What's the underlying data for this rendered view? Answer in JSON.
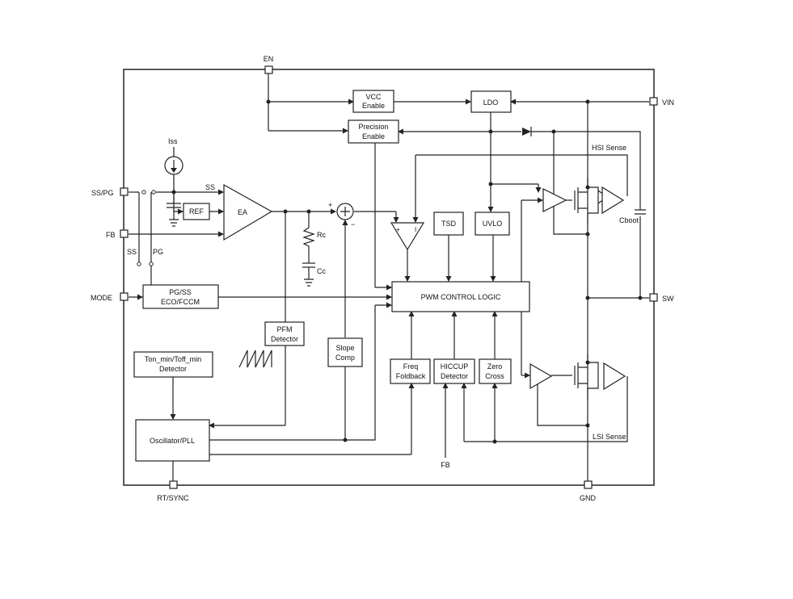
{
  "pins": {
    "en": "EN",
    "vin": "VIN",
    "ss_pg": "SS/PG",
    "fb": "FB",
    "mode": "MODE",
    "sw": "SW",
    "rt_sync": "RT/SYNC",
    "gnd": "GND",
    "fb_internal": "FB"
  },
  "blocks": {
    "vcc_enable": [
      "VCC",
      "Enable"
    ],
    "ldo": "LDO",
    "precision_enable": [
      "Precision",
      "Enable"
    ],
    "ref": "REF",
    "ea": "EA",
    "tsd": "TSD",
    "uvlo": "UVLO",
    "pg_ss": [
      "PG/SS",
      "ECO/FCCM"
    ],
    "pwm": "PWM CONTROL LOGIC",
    "pfm": [
      "PFM",
      "Detector"
    ],
    "slope": [
      "Slope",
      "Comp"
    ],
    "freq": [
      "Freq",
      "Foldback"
    ],
    "hiccup": [
      "HICCUP",
      "Detector"
    ],
    "zero": [
      "Zero",
      "Cross"
    ],
    "ton": [
      "Ton_min/Toff_min",
      "Detector"
    ],
    "osc": "Oscillator/PLL"
  },
  "labels": {
    "iss": "Iss",
    "ss_wire": "SS",
    "ss_switch": "SS",
    "pg_switch": "PG",
    "rc": "Rc",
    "cc": "Cc",
    "hsi": "HSI Sense",
    "lsi": "LSI Sense",
    "cboot": "Cboot",
    "plus": "+",
    "minus": "−",
    "comp_plus": "+",
    "comp_i": "I"
  }
}
